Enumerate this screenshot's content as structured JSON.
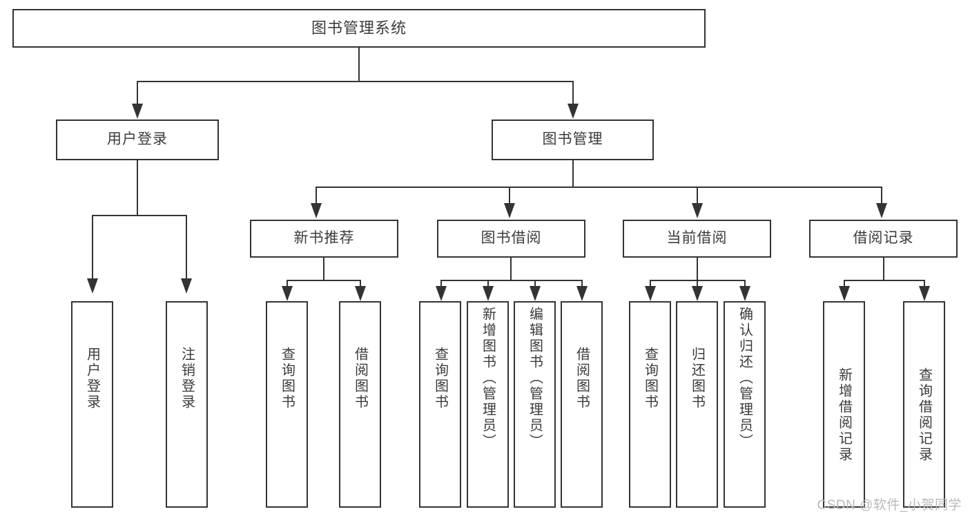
{
  "diagram": {
    "title": "图书管理系统",
    "type": "tree",
    "root": {
      "id": "root",
      "label": "图书管理系统"
    },
    "level2": [
      {
        "id": "user-login",
        "label": "用户登录"
      },
      {
        "id": "book-manage",
        "label": "图书管理"
      }
    ],
    "level3": [
      {
        "id": "new-book-rec",
        "label": "新书推荐",
        "parent": "book-manage"
      },
      {
        "id": "book-borrow",
        "label": "图书借阅",
        "parent": "book-manage"
      },
      {
        "id": "current-borrow",
        "label": "当前借阅",
        "parent": "book-manage"
      },
      {
        "id": "borrow-record",
        "label": "借阅记录",
        "parent": "book-manage"
      }
    ],
    "leaves": [
      {
        "id": "leaf-user-login",
        "label": "用户登录",
        "parent": "user-login"
      },
      {
        "id": "leaf-logout",
        "label": "注销登录",
        "parent": "user-login"
      },
      {
        "id": "leaf-query-book-1",
        "label": "查询图书",
        "parent": "new-book-rec"
      },
      {
        "id": "leaf-borrow-book-1",
        "label": "借阅图书",
        "parent": "new-book-rec"
      },
      {
        "id": "leaf-query-book-2",
        "label": "查询图书",
        "parent": "book-borrow"
      },
      {
        "id": "leaf-add-book",
        "label": "新增图书（管理员）",
        "parent": "book-borrow"
      },
      {
        "id": "leaf-edit-book",
        "label": "编辑图书（管理员）",
        "parent": "book-borrow"
      },
      {
        "id": "leaf-borrow-book-2",
        "label": "借阅图书",
        "parent": "book-borrow"
      },
      {
        "id": "leaf-query-book-3",
        "label": "查询图书",
        "parent": "current-borrow"
      },
      {
        "id": "leaf-return-book",
        "label": "归还图书",
        "parent": "current-borrow"
      },
      {
        "id": "leaf-confirm-return",
        "label": "确认归还（管理员）",
        "parent": "current-borrow"
      },
      {
        "id": "leaf-add-record",
        "label": "新增借阅记录",
        "parent": "borrow-record"
      },
      {
        "id": "leaf-query-record",
        "label": "查询借阅记录",
        "parent": "borrow-record"
      }
    ],
    "colors": {
      "stroke": "#333333",
      "text": "#3b3b3b",
      "background": "#ffffff",
      "watermark": "#b9b9b9"
    }
  },
  "watermark": {
    "text": "CSDN @软件_小贺同学"
  }
}
